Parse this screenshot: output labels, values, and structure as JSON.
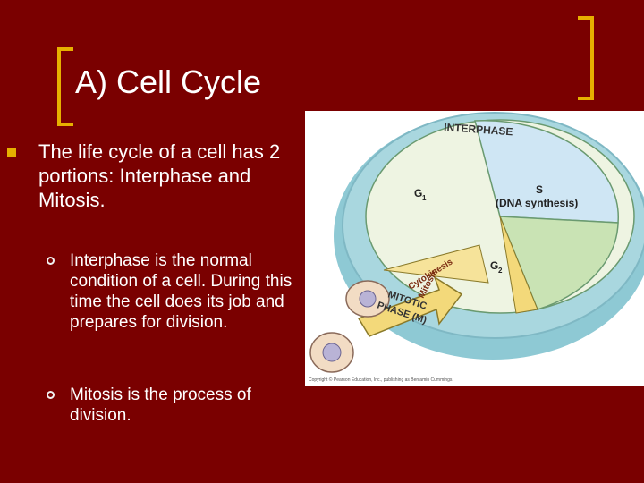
{
  "slide": {
    "title": "A) Cell Cycle",
    "bullet_main": "The life cycle of a cell has 2 portions: Interphase and Mitosis.",
    "sub_bullets": [
      "Interphase is the normal condition of a cell. During this time the cell does its job and prepares for division.",
      "Mitosis is the process of division."
    ]
  },
  "figure": {
    "label_interphase": "INTERPHASE",
    "label_g1": "G",
    "label_g1_sub": "1",
    "label_s": "S",
    "label_s_desc": "(DNA synthesis)",
    "label_g2": "G",
    "label_g2_sub": "2",
    "label_cytokinesis": "Cytokinesis",
    "label_mitosis": "Mitosis",
    "label_mitotic1": "MITOTIC",
    "label_mitotic2": "PHASE (M)",
    "copyright": "Copyright © Pearson Education, Inc., publishing as Benjamin Cummings."
  },
  "colors": {
    "background": "#7a0000",
    "accent": "#e6b000",
    "g1": "#eef4e2",
    "s": "#cfe6f4",
    "g2": "#c9e3b4",
    "mitotic": "#f3d97a",
    "ring": "#a9d7df"
  }
}
